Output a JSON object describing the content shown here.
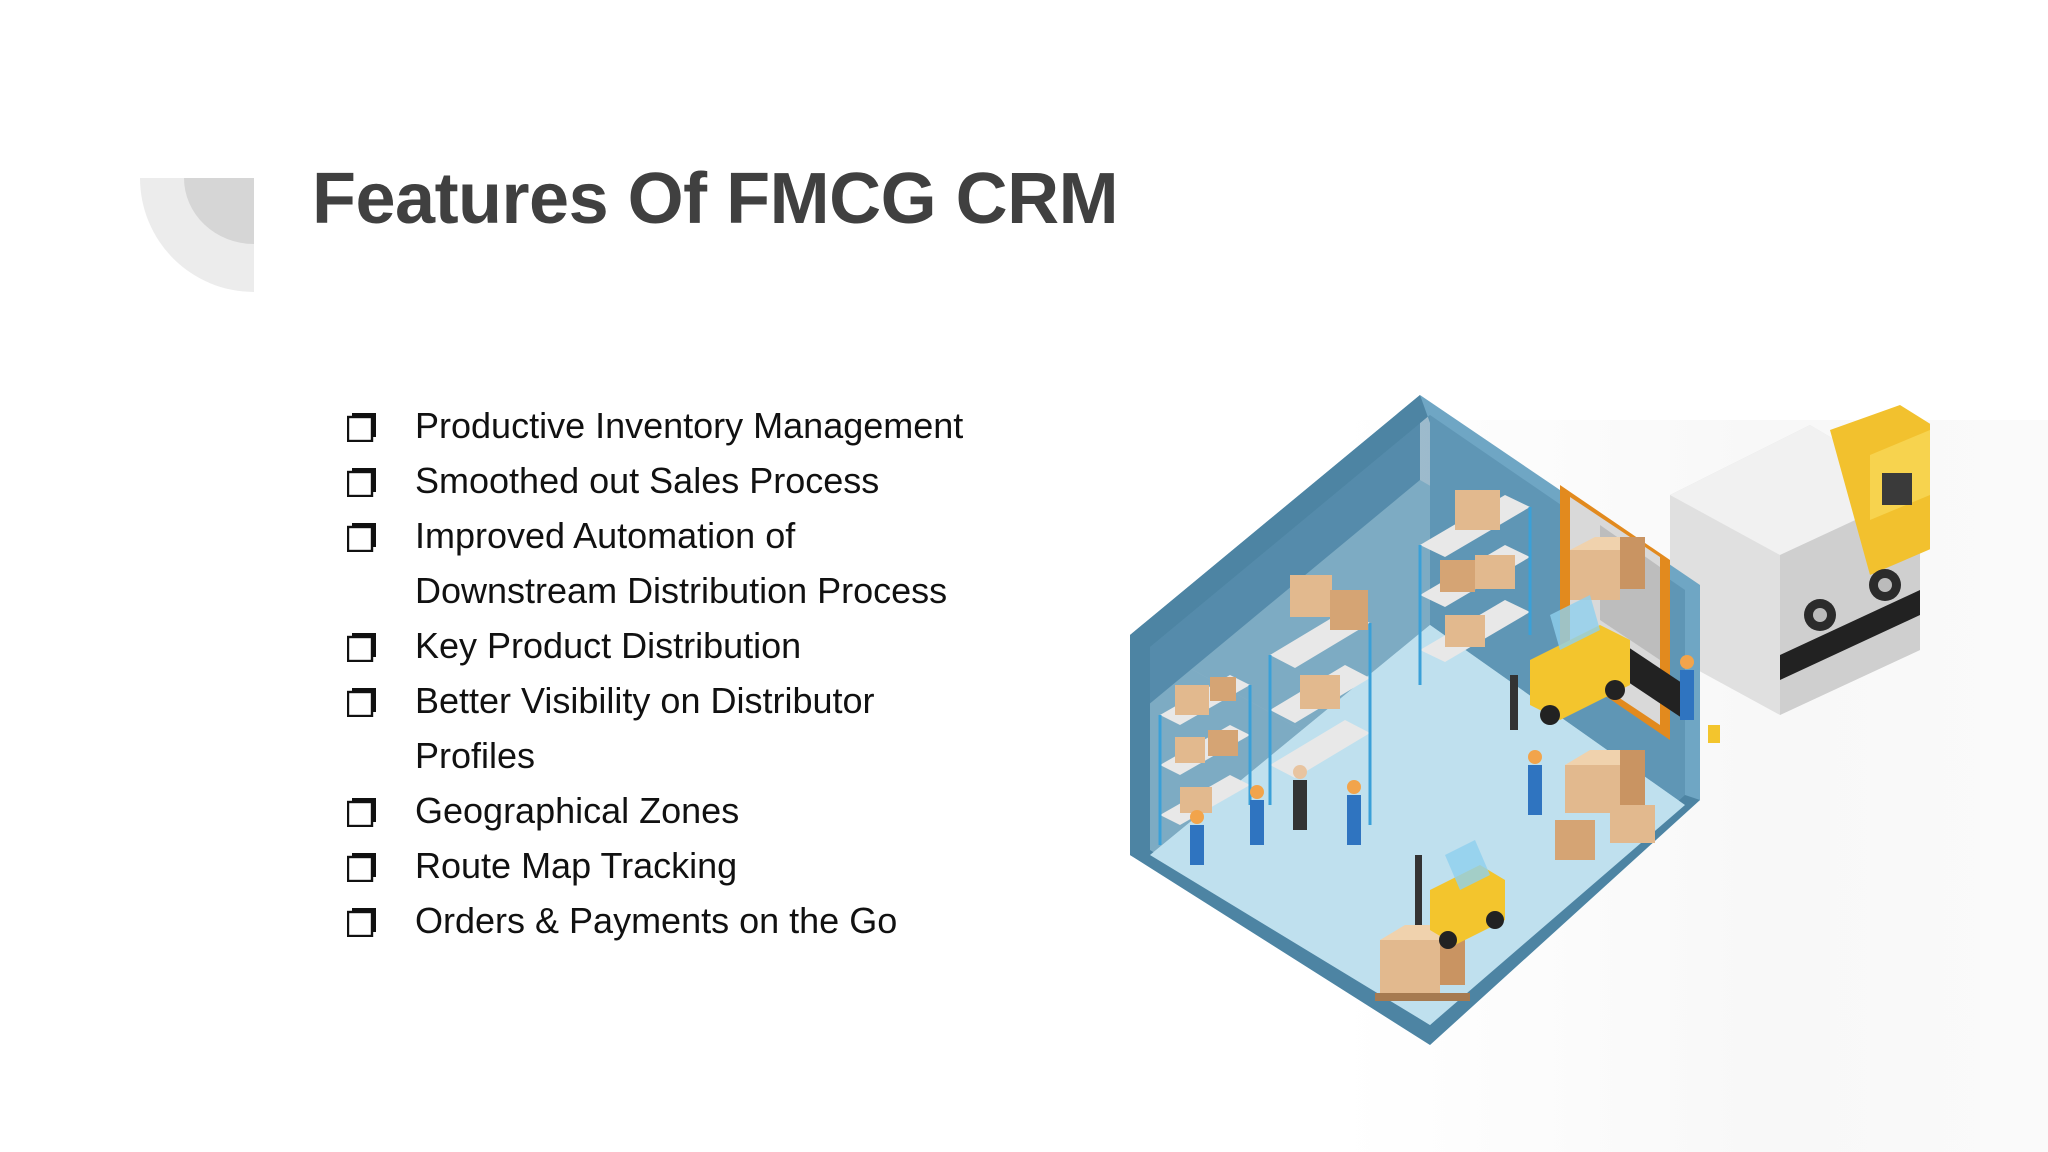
{
  "slide": {
    "title": "Features Of FMCG CRM",
    "bullets": [
      "Productive Inventory Management",
      "Smoothed out Sales Process",
      "Improved Automation of Downstream Distribution Process",
      "Key Product Distribution",
      "Better Visibility on Distributor Profiles",
      "Geographical Zones",
      "Route Map Tracking",
      "Orders & Payments on the Go"
    ],
    "bullet_icon": "checkbox-square-icon",
    "illustration_icon": "warehouse-illustration"
  },
  "colors": {
    "title": "#404040",
    "text": "#111111",
    "deco_light": "#ececec",
    "deco_dark": "#d6d6d6",
    "wall": "#5f96b5",
    "floor": "#b9dcea",
    "box": "#e2b98e",
    "truck_cab": "#f2c12e",
    "forklift": "#f3c52d"
  }
}
